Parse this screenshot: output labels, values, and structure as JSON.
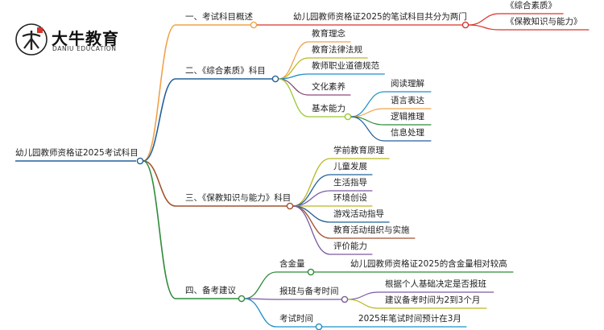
{
  "logo": {
    "name": "大牛教育",
    "sub": "DANIU EDUCATION"
  },
  "root": "幼儿园教师资格证2025考试科目",
  "colors": {
    "orange": "#f0a24a",
    "blue": "#2e6fa8",
    "brown": "#a0522d",
    "green": "#2e8b3a",
    "purple": "#7a5aa0",
    "red": "#d9342b",
    "olive": "#b8b820",
    "sky": "#1e90c8",
    "mauve": "#8a4a7a",
    "lime": "#9ac832",
    "darkblue": "#23609a"
  },
  "branches": [
    {
      "label": "一、考试科目概述",
      "children": [
        {
          "label": "幼儿园教师资格证2025的笔试科目共分为两门",
          "children": [
            {
              "label": "《综合素质》"
            },
            {
              "label": "《保教知识与能力》"
            }
          ]
        }
      ]
    },
    {
      "label": "二、《综合素质》科目",
      "children": [
        {
          "label": "教育理念"
        },
        {
          "label": "教育法律法规"
        },
        {
          "label": "教师职业道德规范"
        },
        {
          "label": "文化素养"
        },
        {
          "label": "基本能力",
          "children": [
            {
              "label": "阅读理解"
            },
            {
              "label": "语言表达"
            },
            {
              "label": "逻辑推理"
            },
            {
              "label": "信息处理"
            }
          ]
        }
      ]
    },
    {
      "label": "三、《保教知识与能力》科目",
      "children": [
        {
          "label": "学前教育原理"
        },
        {
          "label": "儿童发展"
        },
        {
          "label": "生活指导"
        },
        {
          "label": "环境创设"
        },
        {
          "label": "游戏活动指导"
        },
        {
          "label": "教育活动组织与实施"
        },
        {
          "label": "评价能力"
        }
      ]
    },
    {
      "label": "四、备考建议",
      "children": [
        {
          "label": "含金量",
          "children": [
            {
              "label": "幼儿园教师资格证2025的含金量相对较高"
            }
          ]
        },
        {
          "label": "报班与备考时间",
          "children": [
            {
              "label": "根据个人基础决定是否报班"
            },
            {
              "label": "建议备考时间为2到3个月"
            }
          ]
        },
        {
          "label": "考试时间",
          "children": [
            {
              "label": "2025年笔试时间预计在3月"
            }
          ]
        }
      ]
    }
  ]
}
